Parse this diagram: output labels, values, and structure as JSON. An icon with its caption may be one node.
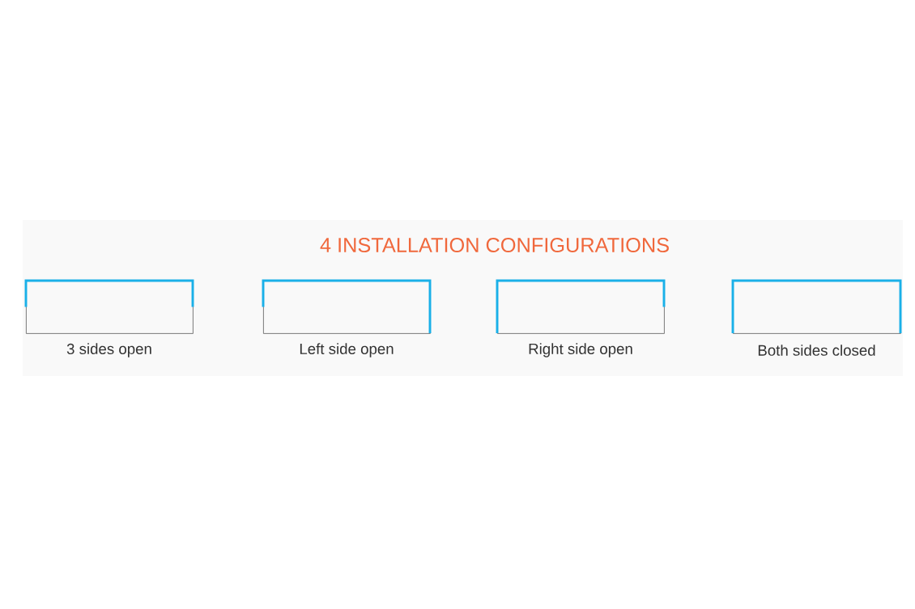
{
  "diagram": {
    "title": "4 INSTALLATION CONFIGURATIONS",
    "nodes": [
      {
        "text": [
          "3 sides open"
        ]
      },
      {
        "text": [
          "Left side open"
        ]
      },
      {
        "text": [
          "Right side open"
        ]
      },
      {
        "text": [
          "Both sides closed"
        ]
      }
    ]
  }
}
